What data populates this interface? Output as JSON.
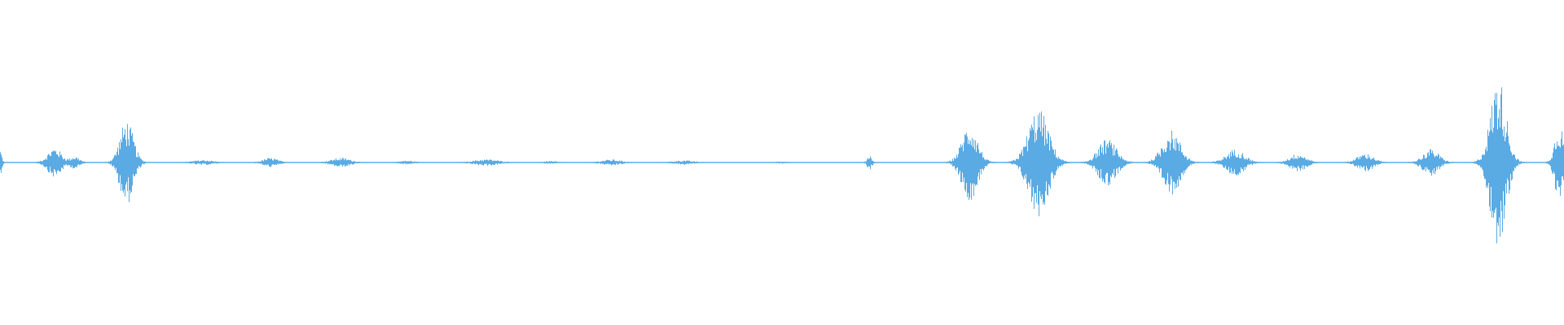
{
  "waveform": {
    "color": "#5aaae3",
    "background": "#ffffff",
    "duration_fraction_bursts": [
      {
        "pos": 0.0,
        "amp": 0.09,
        "width": 0.0015
      },
      {
        "pos": 0.035,
        "amp": 0.1,
        "width": 0.006
      },
      {
        "pos": 0.048,
        "amp": 0.04,
        "width": 0.004
      },
      {
        "pos": 0.081,
        "amp": 0.29,
        "width": 0.006
      },
      {
        "pos": 0.13,
        "amp": 0.015,
        "width": 0.008
      },
      {
        "pos": 0.173,
        "amp": 0.03,
        "width": 0.006
      },
      {
        "pos": 0.218,
        "amp": 0.03,
        "width": 0.008
      },
      {
        "pos": 0.26,
        "amp": 0.01,
        "width": 0.006
      },
      {
        "pos": 0.311,
        "amp": 0.02,
        "width": 0.01
      },
      {
        "pos": 0.352,
        "amp": 0.008,
        "width": 0.005
      },
      {
        "pos": 0.391,
        "amp": 0.018,
        "width": 0.008
      },
      {
        "pos": 0.437,
        "amp": 0.012,
        "width": 0.008
      },
      {
        "pos": 0.5,
        "amp": 0.004,
        "width": 0.005
      },
      {
        "pos": 0.556,
        "amp": 0.05,
        "width": 0.002
      },
      {
        "pos": 0.62,
        "amp": 0.26,
        "width": 0.007
      },
      {
        "pos": 0.664,
        "amp": 0.37,
        "width": 0.009
      },
      {
        "pos": 0.708,
        "amp": 0.16,
        "width": 0.008
      },
      {
        "pos": 0.749,
        "amp": 0.22,
        "width": 0.008
      },
      {
        "pos": 0.79,
        "amp": 0.09,
        "width": 0.008
      },
      {
        "pos": 0.83,
        "amp": 0.06,
        "width": 0.007
      },
      {
        "pos": 0.873,
        "amp": 0.06,
        "width": 0.007
      },
      {
        "pos": 0.915,
        "amp": 0.09,
        "width": 0.007
      },
      {
        "pos": 0.958,
        "amp": 0.58,
        "width": 0.007
      },
      {
        "pos": 0.997,
        "amp": 0.27,
        "width": 0.004
      }
    ],
    "baseline_amplitude": 0.003
  }
}
